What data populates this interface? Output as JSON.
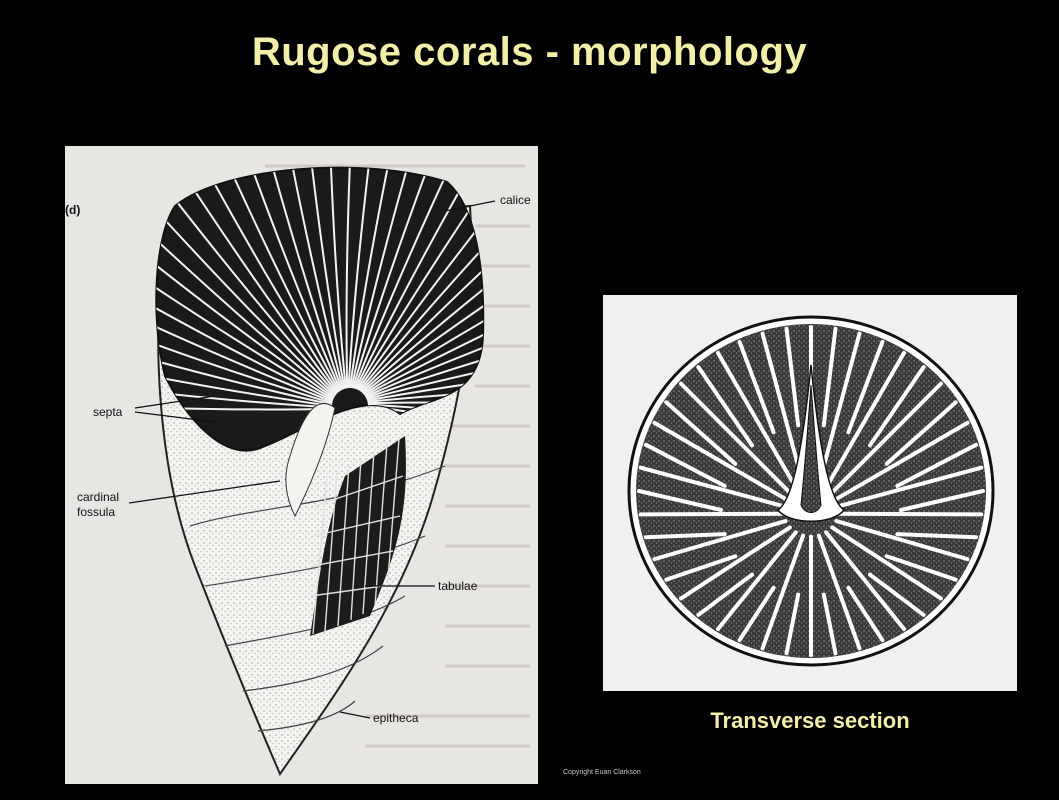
{
  "slide": {
    "title": "Rugose corals - morphology"
  },
  "left_figure": {
    "panel_letter": "(d)",
    "labels": {
      "calice": "calice",
      "septa": "septa",
      "cardinal_fossula_line1": "cardinal",
      "cardinal_fossula_line2": "fossula",
      "tabulae": "tabulae",
      "epitheca": "epitheca"
    }
  },
  "right_figure": {
    "caption": "Transverse section"
  },
  "footer": {
    "copyright": "Copyright Euan Clarkson"
  },
  "colors": {
    "title": "#f2f0a8",
    "background": "#000000",
    "panel": "#e8e6e2",
    "ink": "#111111"
  }
}
